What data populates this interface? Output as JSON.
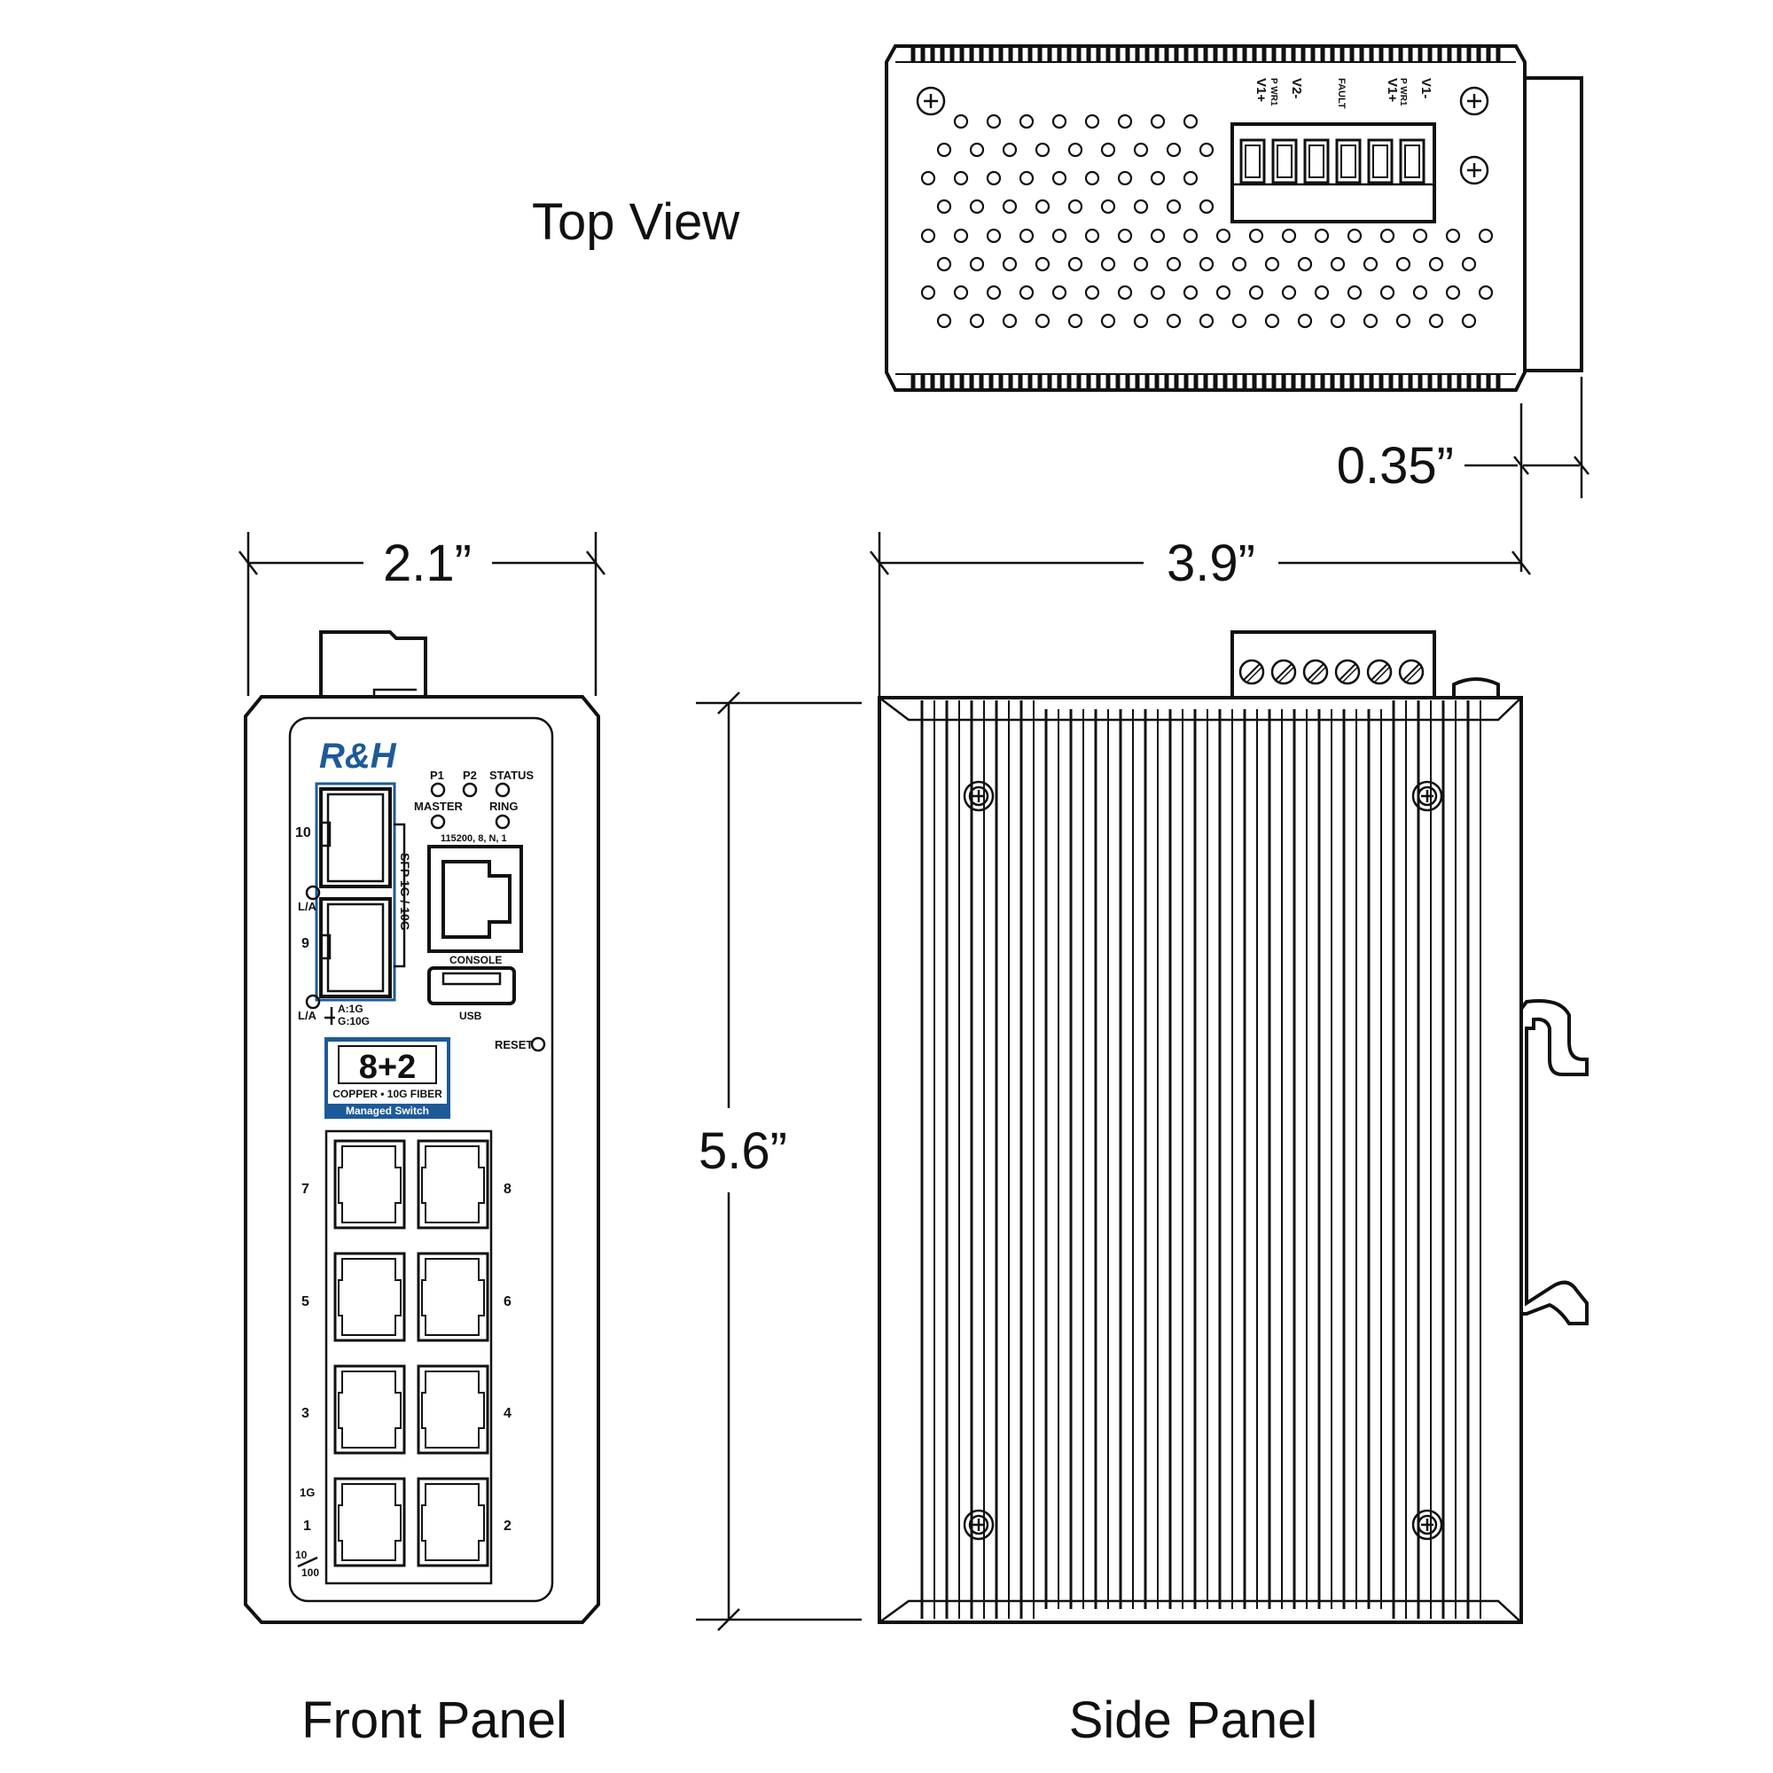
{
  "views": {
    "top": "Top View",
    "front": "Front Panel",
    "side": "Side Panel"
  },
  "dimensions": {
    "width": "2.1”",
    "depth": "3.9”",
    "height": "5.6”",
    "rail": "0.35”"
  },
  "terminal_labels": [
    "V1+",
    "P WR1",
    "V2-",
    "FAULT",
    "V1+",
    "P WR1",
    "V1-"
  ],
  "front_panel": {
    "logo": "R&H",
    "leds": {
      "p1": "P1",
      "p2": "P2",
      "status": "STATUS",
      "master": "MASTER",
      "ring": "RING"
    },
    "console_setting": "115200, 8, N, 1",
    "console": "CONSOLE",
    "usb": "USB",
    "sfp_label": "SFP 1G / 10G",
    "sfp_ports": [
      "10",
      "9"
    ],
    "la": "L/A",
    "speed_a": "A:1G",
    "speed_g": "G:10G",
    "reset": "RESET",
    "badge_count": "8+2",
    "badge_sub": "COPPER • 10G FIBER",
    "badge_type": "Managed Switch",
    "port_labels_left": [
      "7",
      "5",
      "3",
      "1"
    ],
    "port_labels_right": [
      "8",
      "6",
      "4",
      "2"
    ],
    "port1_speed": "1G",
    "port1_fast_a": "10",
    "port1_fast_b": "100"
  },
  "colors": {
    "line": "#111111",
    "accent_blue": "#1d5a99",
    "background": "#ffffff"
  }
}
